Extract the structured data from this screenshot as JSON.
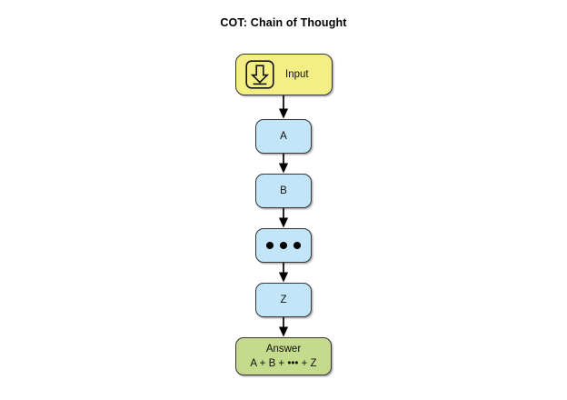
{
  "diagram": {
    "title": "COT: Chain of Thought",
    "background_color": "#ffffff",
    "type": "flowchart",
    "direction": "top-to-bottom",
    "nodes": [
      {
        "id": "input",
        "label": "Input",
        "icon": "download-arrow-icon",
        "fill": "#f4ef85",
        "shape": "rounded-rect"
      },
      {
        "id": "a",
        "label": "A",
        "fill": "#c2e5f8",
        "shape": "rounded-rect"
      },
      {
        "id": "b",
        "label": "B",
        "fill": "#c2e5f8",
        "shape": "rounded-rect"
      },
      {
        "id": "dots",
        "label": "•••",
        "fill": "#c2e5f8",
        "shape": "rounded-rect",
        "dot_count": 3
      },
      {
        "id": "z",
        "label": "Z",
        "fill": "#c2e5f8",
        "shape": "rounded-rect"
      },
      {
        "id": "answer",
        "label": "Answer",
        "sublabel": "A + B + ••• + Z",
        "fill": "#c4da8d",
        "shape": "rounded-rect"
      }
    ],
    "edges": [
      {
        "from": "input",
        "to": "a"
      },
      {
        "from": "a",
        "to": "b"
      },
      {
        "from": "b",
        "to": "dots"
      },
      {
        "from": "dots",
        "to": "z"
      },
      {
        "from": "z",
        "to": "answer"
      }
    ],
    "edge_color": "#000000"
  }
}
